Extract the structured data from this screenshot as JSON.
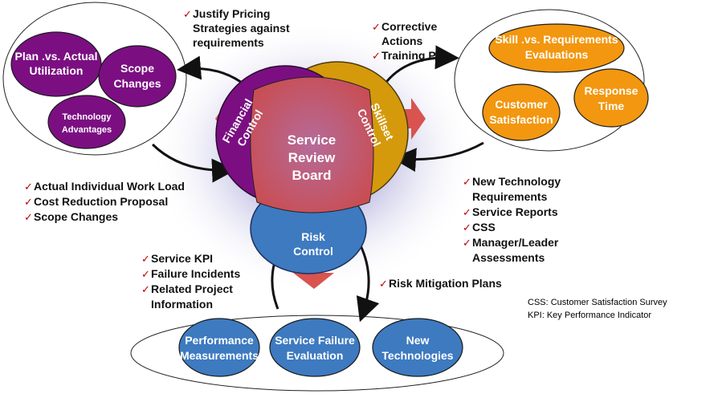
{
  "center": {
    "lines": [
      "Service",
      "Review",
      "Board"
    ]
  },
  "lobes": {
    "financial": {
      "lines": [
        "Financial",
        "Control"
      ],
      "color": "#7b0f82"
    },
    "skillset": {
      "lines": [
        "Skillset",
        "Control"
      ],
      "color": "#d49a0c"
    },
    "risk": {
      "lines": [
        "Risk",
        "Control"
      ],
      "color": "#3d7ac0"
    }
  },
  "left_cluster": {
    "bubbles": [
      {
        "lines": [
          "Plan .vs. Actual",
          "Utilization"
        ]
      },
      {
        "lines": [
          "Scope",
          "Changes"
        ]
      },
      {
        "lines": [
          "Technology",
          "Advantages"
        ]
      }
    ]
  },
  "right_cluster": {
    "bubbles": [
      {
        "lines": [
          "Skill .vs. Requirements",
          "Evaluations"
        ]
      },
      {
        "lines": [
          "Response",
          "Time"
        ]
      },
      {
        "lines": [
          "Customer",
          "Satisfaction"
        ]
      }
    ]
  },
  "bottom_cluster": {
    "bubbles": [
      {
        "lines": [
          "Performance",
          "Measurements"
        ]
      },
      {
        "lines": [
          "Service Failure",
          "Evaluation"
        ]
      },
      {
        "lines": [
          "New",
          "Technologies"
        ]
      }
    ]
  },
  "lists": {
    "top_left": [
      {
        "lines": [
          "Justify Pricing",
          "Strategies against",
          "requirements"
        ]
      }
    ],
    "top_right": [
      {
        "lines": [
          "Corrective",
          "Actions"
        ]
      },
      {
        "lines": [
          "Training Plan"
        ]
      }
    ],
    "mid_left": [
      {
        "lines": [
          "Actual Individual Work Load"
        ]
      },
      {
        "lines": [
          "Cost Reduction Proposal"
        ]
      },
      {
        "lines": [
          "Scope Changes"
        ]
      }
    ],
    "mid_right": [
      {
        "lines": [
          "New Technology",
          "Requirements"
        ]
      },
      {
        "lines": [
          "Service Reports"
        ]
      },
      {
        "lines": [
          "CSS"
        ]
      },
      {
        "lines": [
          "Manager/Leader",
          "Assessments"
        ]
      }
    ],
    "bottom_left": [
      {
        "lines": [
          "Service KPI"
        ]
      },
      {
        "lines": [
          "Failure Incidents"
        ]
      },
      {
        "lines": [
          "Related Project",
          "Information"
        ]
      }
    ],
    "bottom_right": [
      {
        "lines": [
          "Risk Mitigation Plans"
        ]
      }
    ]
  },
  "legend": [
    "CSS: Customer Satisfaction Survey",
    "KPI: Key Performance Indicator"
  ],
  "check_mark": "✓",
  "colors": {
    "purple": "#7b0f82",
    "orange": "#f2970f",
    "blue": "#3d7ac0",
    "arrow": "#d9534f",
    "check": "#c00000"
  }
}
